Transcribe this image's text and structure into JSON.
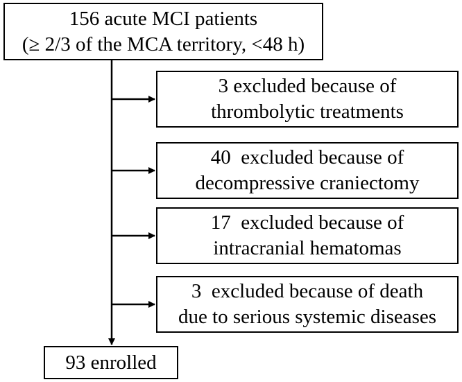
{
  "flowchart": {
    "start": {
      "line1": "156 acute MCI patients",
      "line2": "(≥ 2/3 of the MCA territory, <48 h)"
    },
    "exclusions": [
      {
        "line1": "3 excluded because of",
        "line2": "thrombolytic treatments"
      },
      {
        "line1": "40  excluded because of",
        "line2": "decompressive craniectomy"
      },
      {
        "line1": "17  excluded because of",
        "line2": "intracranial hematomas"
      },
      {
        "line1": "3  excluded because of death",
        "line2": "due to serious systemic diseases"
      }
    ],
    "end": {
      "label": "93 enrolled"
    }
  },
  "colors": {
    "stroke": "#000000",
    "background": "#ffffff"
  }
}
